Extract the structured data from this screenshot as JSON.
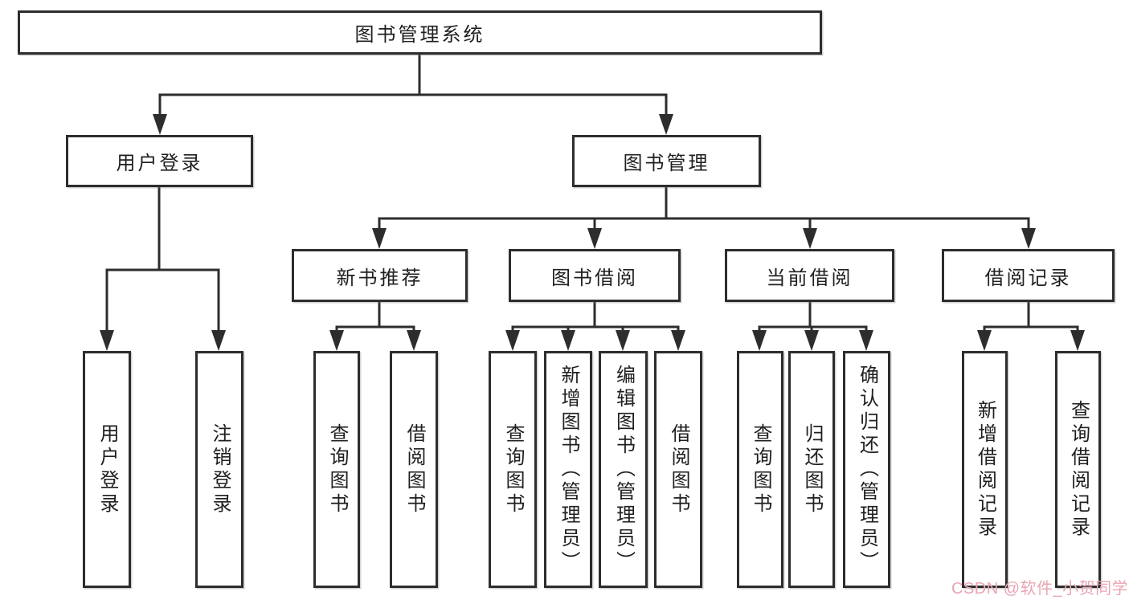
{
  "diagram": {
    "root": {
      "label": "图书管理系统"
    },
    "branches": [
      {
        "label": "用户登录",
        "children": [
          {
            "label": "用户登录"
          },
          {
            "label": "注销登录"
          }
        ]
      },
      {
        "label": "图书管理",
        "children": [
          {
            "label": "新书推荐",
            "children": [
              {
                "label": "查询图书"
              },
              {
                "label": "借阅图书"
              }
            ]
          },
          {
            "label": "图书借阅",
            "children": [
              {
                "label": "查询图书"
              },
              {
                "label": "新增图书（管理员）"
              },
              {
                "label": "编辑图书（管理员）"
              },
              {
                "label": "借阅图书"
              }
            ]
          },
          {
            "label": "当前借阅",
            "children": [
              {
                "label": "查询图书"
              },
              {
                "label": "归还图书"
              },
              {
                "label": "确认归还（管理员）"
              }
            ]
          },
          {
            "label": "借阅记录",
            "children": [
              {
                "label": "新增借阅记录"
              },
              {
                "label": "查询借阅记录"
              }
            ]
          }
        ]
      }
    ]
  },
  "watermark": {
    "text": "CSDN @软件_小贺同学"
  },
  "colors": {
    "line": "#2d2d2d",
    "box_border": "#2d2d2d",
    "background": "#ffffff",
    "watermark": "#e9a6b2"
  }
}
